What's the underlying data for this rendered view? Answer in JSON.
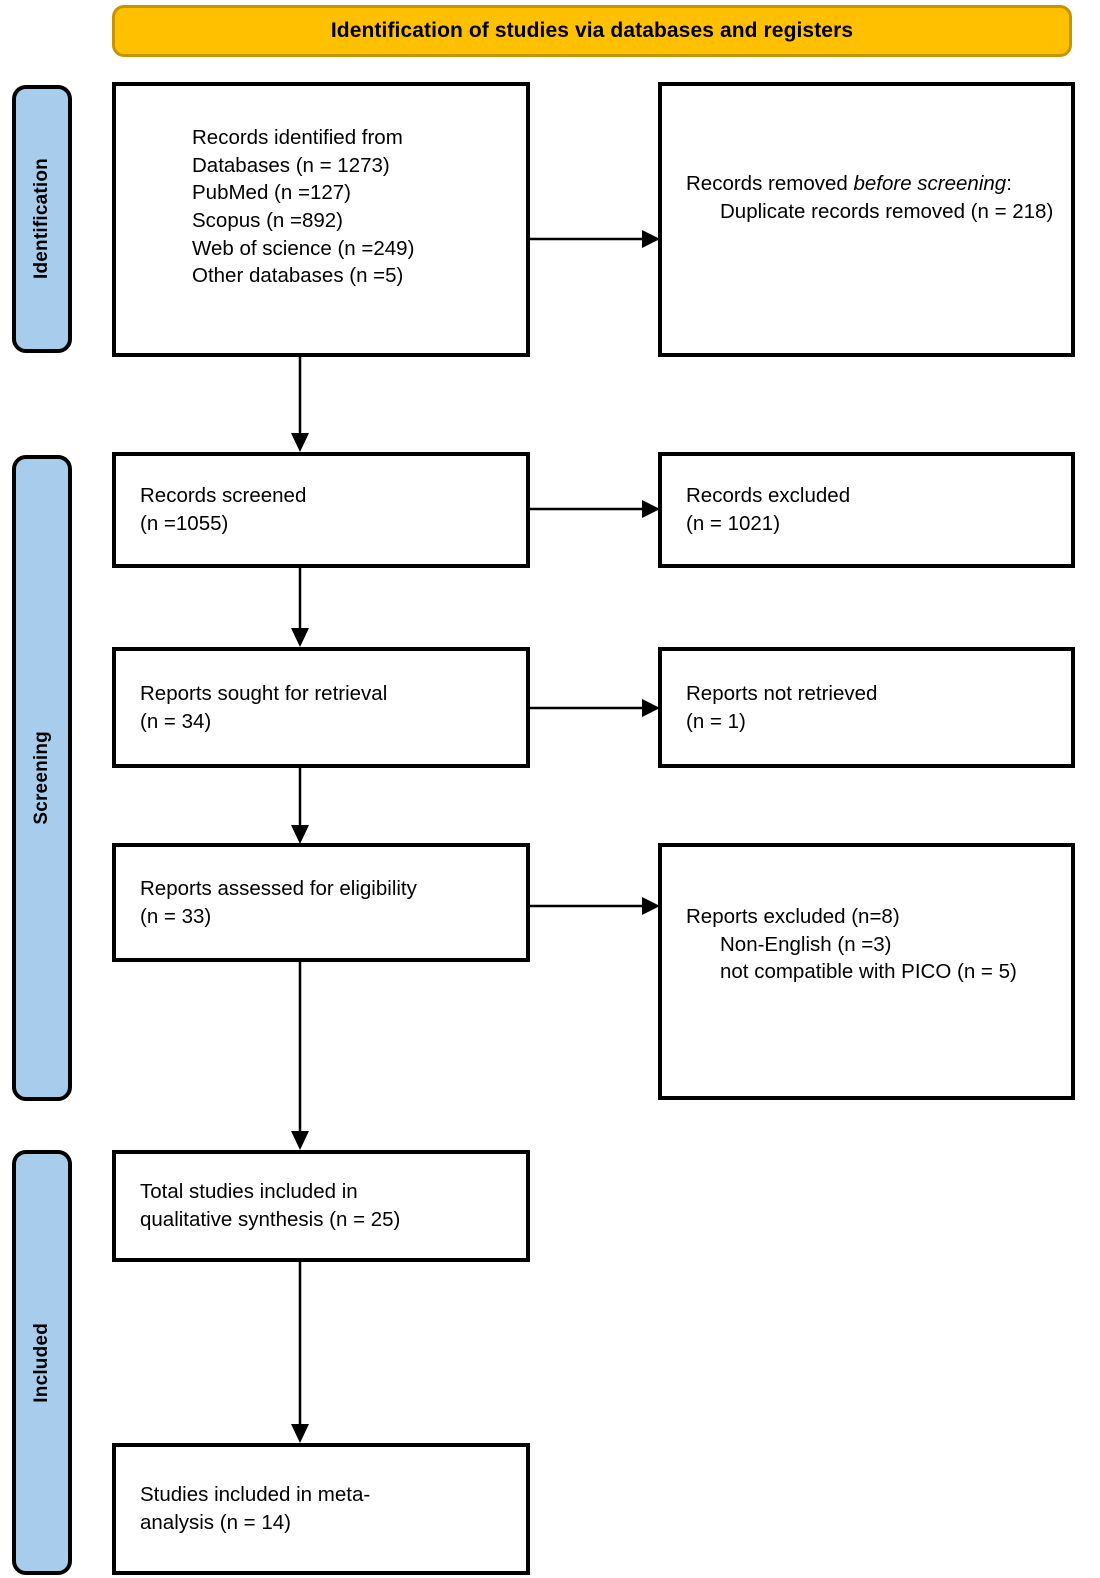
{
  "diagram": {
    "title": "PRISMA 2020 flow diagram",
    "colors": {
      "banner_fill": "#FFC000",
      "banner_border": "#C79400",
      "stage_fill": "#A8CCEC",
      "box_border": "#000000",
      "background": "#FFFFFF"
    }
  },
  "banner": {
    "label": "Identification of studies via databases and registers"
  },
  "stages": [
    {
      "key": "identification",
      "label": "Identification"
    },
    {
      "key": "screening",
      "label": "Screening"
    },
    {
      "key": "included",
      "label": "Included"
    }
  ],
  "boxes": {
    "records_identified": {
      "name": "Records identified from",
      "lines": [
        "Records identified from",
        "Databases (n = 1273)",
        "PubMed (n =127)",
        "Scopus (n =892)",
        "Web of science (n =249)",
        "Other databases (n =5)"
      ],
      "text": "Records identified from\nDatabases (n = 1273)\nPubMed (n =127)\nScopus (n =892)\nWeb of science (n =249)\nOther databases (n =5)"
    },
    "records_removed": {
      "name": "Records removed before screening",
      "lead": "Records removed ",
      "lead_italic": "before screening",
      "lead_colon": ":",
      "detail": "Duplicate records removed (n = 218)"
    },
    "records_screened": {
      "name": "Records screened",
      "text": "Records screened\n(n =1055)"
    },
    "records_excluded": {
      "name": "Records excluded",
      "text": "Records excluded\n(n = 1021)"
    },
    "reports_sought": {
      "name": "Reports sought for retrieval",
      "text": "Reports sought for retrieval\n(n = 34)"
    },
    "reports_not_retrieved": {
      "name": "Reports not retrieved",
      "text": "Reports not retrieved\n(n = 1)"
    },
    "reports_assessed": {
      "name": "Reports assessed for eligibility",
      "text": "Reports assessed for eligibility\n(n = 33)"
    },
    "reports_excluded": {
      "name": "Reports excluded",
      "heading": "Reports excluded (n=8)",
      "reasons": [
        "Non-English (n =3)",
        "not compatible with PICO (n = 5)"
      ]
    },
    "total_included": {
      "name": "Total studies included in qualitative synthesis",
      "text": "Total studies included in\nqualitative synthesis (n = 25)"
    },
    "meta_analysis": {
      "name": "Studies included in meta-analysis",
      "text": "Studies included in meta-\nanalysis (n = 14)"
    }
  },
  "counts": {
    "databases_total": 1273,
    "pubmed": 127,
    "scopus": 892,
    "web_of_science": 249,
    "other_databases": 5,
    "duplicates_removed": 218,
    "records_screened": 1055,
    "records_excluded": 1021,
    "reports_sought": 34,
    "reports_not_retrieved": 1,
    "reports_assessed": 33,
    "reports_excluded_total": 8,
    "excluded_non_english": 3,
    "excluded_not_pico": 5,
    "qualitative_synthesis": 25,
    "meta_analysis": 14
  },
  "connectors": [
    {
      "name": "identified-to-removed",
      "direction": "right"
    },
    {
      "name": "identified-to-screened",
      "direction": "down"
    },
    {
      "name": "screened-to-excluded",
      "direction": "right"
    },
    {
      "name": "screened-to-sought",
      "direction": "down"
    },
    {
      "name": "sought-to-not-retrieved",
      "direction": "right"
    },
    {
      "name": "sought-to-assessed",
      "direction": "down"
    },
    {
      "name": "assessed-to-excluded",
      "direction": "right"
    },
    {
      "name": "assessed-to-total-included",
      "direction": "down"
    },
    {
      "name": "total-included-to-meta",
      "direction": "down"
    }
  ]
}
